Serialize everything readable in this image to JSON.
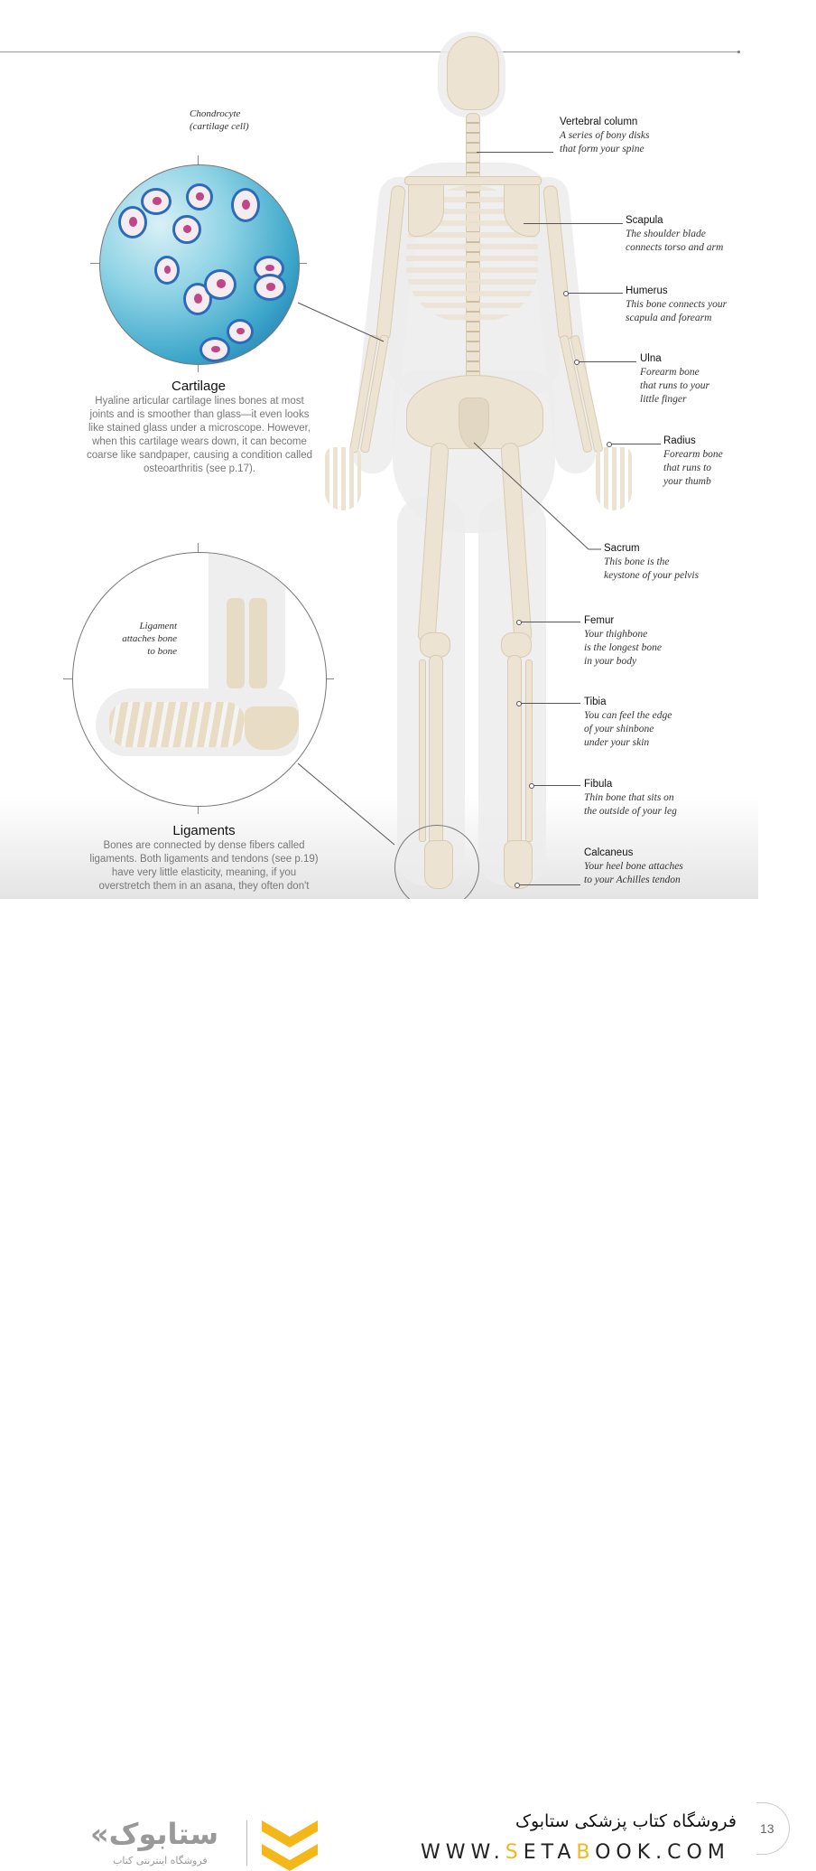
{
  "page": {
    "number": "13"
  },
  "cartilage": {
    "callout": "Chondrocyte\n(cartilage cell)",
    "callout_line1": "Chondrocyte",
    "callout_line2": "(cartilage cell)",
    "heading": "Cartilage",
    "body": "Hyaline articular cartilage lines bones at most joints and is smoother than glass—it even looks like stained glass under a microscope. However, when this cartilage wears down, it can become coarse like sandpaper, causing a condition called osteoarthritis (see p.17)."
  },
  "ligaments": {
    "callout_line1": "Ligament",
    "callout_line2": "attaches bone",
    "callout_line3": "to bone",
    "heading": "Ligaments",
    "body": "Bones are connected by dense fibers called ligaments. Both ligaments and tendons (see p.19) have very little elasticity, meaning, if you overstretch them in an asana, they often don't"
  },
  "labels": [
    {
      "title": "Vertebral column",
      "desc1": "A series of bony disks",
      "desc2": "that form your spine"
    },
    {
      "title": "Scapula",
      "desc1": "The shoulder blade",
      "desc2": "connects torso and arm"
    },
    {
      "title": "Humerus",
      "desc1": "This bone connects your",
      "desc2": "scapula and forearm"
    },
    {
      "title": "Ulna",
      "desc1": "Forearm bone",
      "desc2": "that runs to your",
      "desc3": "little finger"
    },
    {
      "title": "Radius",
      "desc1": "Forearm bone",
      "desc2": "that runs to",
      "desc3": "your thumb"
    },
    {
      "title": "Sacrum",
      "desc1": "This bone is the",
      "desc2": "keystone of your pelvis"
    },
    {
      "title": "Femur",
      "desc1": "Your thighbone",
      "desc2": "is the longest bone",
      "desc3": "in your body"
    },
    {
      "title": "Tibia",
      "desc1": "You can feel the edge",
      "desc2": "of your shinbone",
      "desc3": "under your skin"
    },
    {
      "title": "Fibula",
      "desc1": "Thin bone that sits on",
      "desc2": "the outside of your leg"
    },
    {
      "title": "Calcaneus",
      "desc1": "Your heel bone attaches",
      "desc2": "to your Achilles tendon"
    }
  ],
  "footer": {
    "store_name_fa": "فروشگاه کتاب پزشکی ستابوک",
    "url_part1": "WWW.",
    "url_s": "S",
    "url_part2": "ETA",
    "url_b": "B",
    "url_part3": "OOK.COM",
    "logo_text": "«ستابوک",
    "logo_sub_fa": "فروشگاه اینترنتی کتاب",
    "accent_color": "#f3b71a"
  }
}
